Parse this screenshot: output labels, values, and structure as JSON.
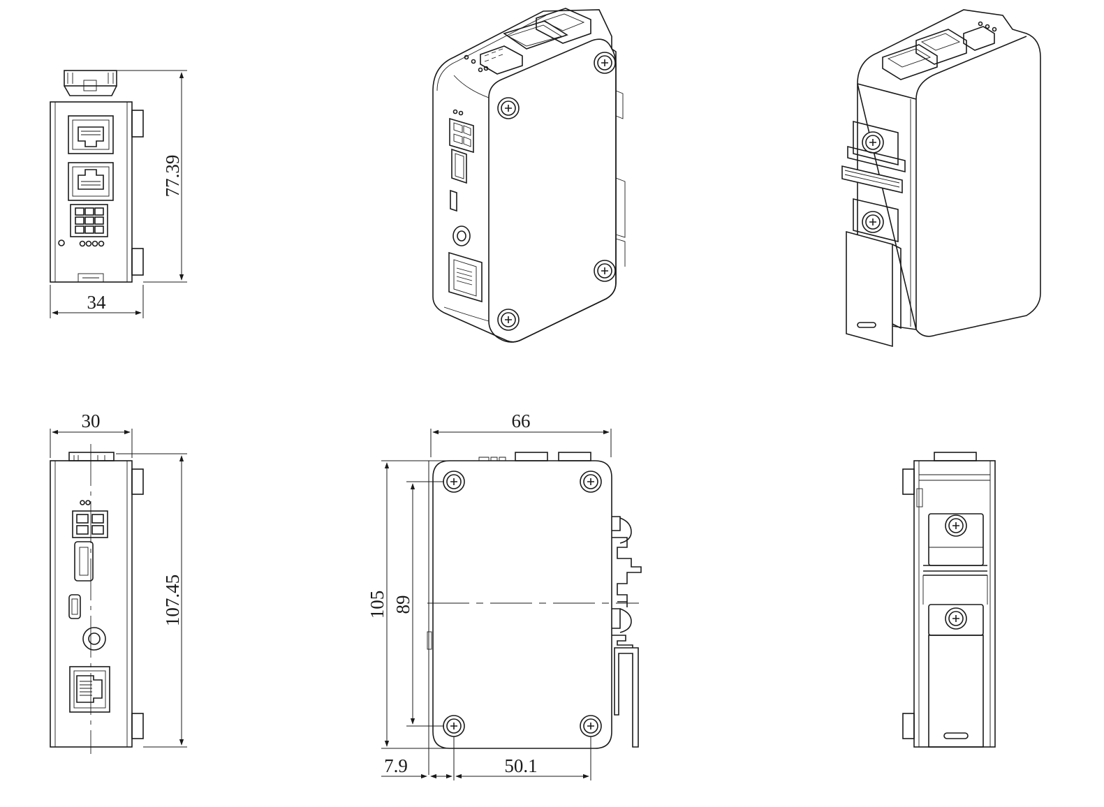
{
  "drawing": {
    "line_color": "#1a1a1a",
    "background": "#ffffff",
    "dimensions": {
      "top_left_height": "77.39",
      "top_left_width": "34",
      "bottom_left_width": "30",
      "bottom_left_height": "107.45",
      "bottom_center_width": "66",
      "bottom_center_height": "105",
      "bottom_center_hole_spacing_vertical": "89",
      "bottom_center_offset": "7.9",
      "bottom_center_hole_spacing_horizontal": "50.1"
    }
  }
}
